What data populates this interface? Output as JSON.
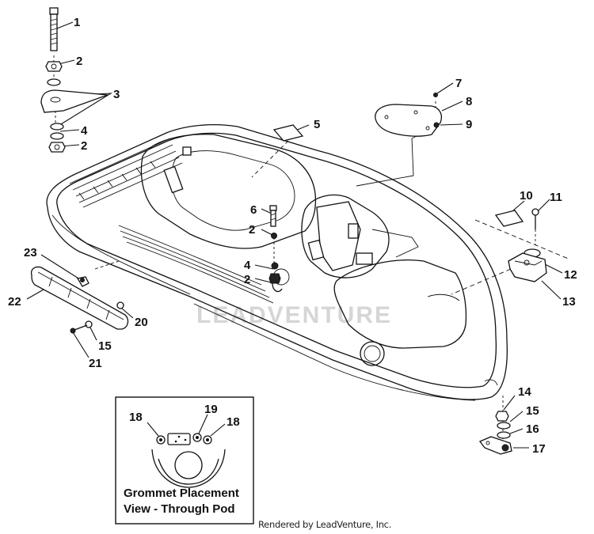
{
  "callouts": {
    "c1": "1",
    "c2a": "2",
    "c3": "3",
    "c4a": "4",
    "c2b": "2",
    "c5": "5",
    "c6": "6",
    "c2c": "2",
    "c4b": "4",
    "c2d": "2",
    "c7": "7",
    "c8": "8",
    "c9": "9",
    "c10": "10",
    "c11": "11",
    "c12": "12",
    "c13": "13",
    "c14": "14",
    "c15a": "15",
    "c16": "16",
    "c17": "17",
    "c18a": "18",
    "c19": "19",
    "c18b": "18",
    "c20": "20",
    "c15b": "15",
    "c21": "21",
    "c22": "22",
    "c23": "23"
  },
  "inset": {
    "title_line1": "Grommet Placement",
    "title_line2": "View - Through Pod"
  },
  "watermark": "LEADVENTURE",
  "footer": {
    "credit": "Rendered by LeadVenture, Inc."
  }
}
